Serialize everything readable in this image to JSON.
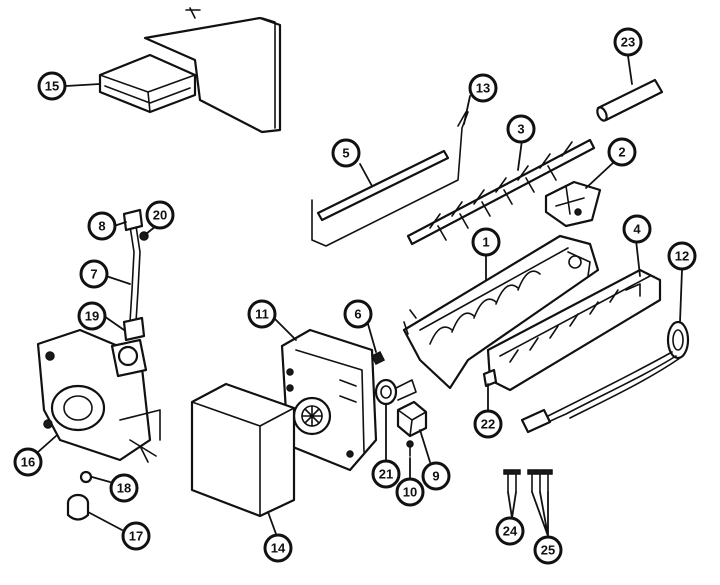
{
  "callouts": [
    {
      "id": "c15",
      "label": "15"
    },
    {
      "id": "c13",
      "label": "13"
    },
    {
      "id": "c23",
      "label": "23"
    },
    {
      "id": "c5",
      "label": "5"
    },
    {
      "id": "c3",
      "label": "3"
    },
    {
      "id": "c2",
      "label": "2"
    },
    {
      "id": "c8",
      "label": "8"
    },
    {
      "id": "c20",
      "label": "20"
    },
    {
      "id": "c1",
      "label": "1"
    },
    {
      "id": "c4",
      "label": "4"
    },
    {
      "id": "c12",
      "label": "12"
    },
    {
      "id": "c7",
      "label": "7"
    },
    {
      "id": "c19",
      "label": "19"
    },
    {
      "id": "c11",
      "label": "11"
    },
    {
      "id": "c6",
      "label": "6"
    },
    {
      "id": "c16",
      "label": "16"
    },
    {
      "id": "c22",
      "label": "22"
    },
    {
      "id": "c21",
      "label": "21"
    },
    {
      "id": "c9",
      "label": "9"
    },
    {
      "id": "c18",
      "label": "18"
    },
    {
      "id": "c10",
      "label": "10"
    },
    {
      "id": "c17",
      "label": "17"
    },
    {
      "id": "c24",
      "label": "24"
    },
    {
      "id": "c25",
      "label": "25"
    },
    {
      "id": "c14",
      "label": "14"
    }
  ],
  "colors": {
    "ink": "#111111",
    "paper": "#ffffff"
  }
}
